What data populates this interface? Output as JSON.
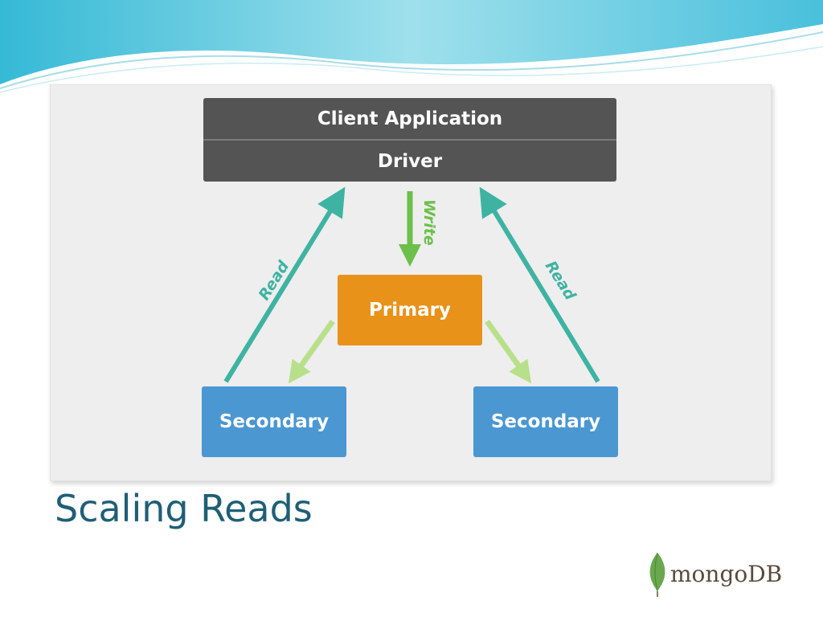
{
  "slide": {
    "title": "Scaling Reads"
  },
  "diagram": {
    "client_application": "Client Application",
    "driver": "Driver",
    "primary": "Primary",
    "secondary_left": "Secondary",
    "secondary_right": "Secondary",
    "write_label": "Write",
    "read_left_label": "Read",
    "read_right_label": "Read"
  },
  "logo": {
    "text": "mongoDB",
    "icon": "leaf-icon"
  },
  "colors": {
    "client_box": "#545454",
    "primary": "#e8921a",
    "secondary": "#4a97d2",
    "read_arrow": "#3fb3a2",
    "write_arrow": "#6cc04a",
    "replication_arrow": "#b8e08a",
    "title": "#1f5f76"
  }
}
